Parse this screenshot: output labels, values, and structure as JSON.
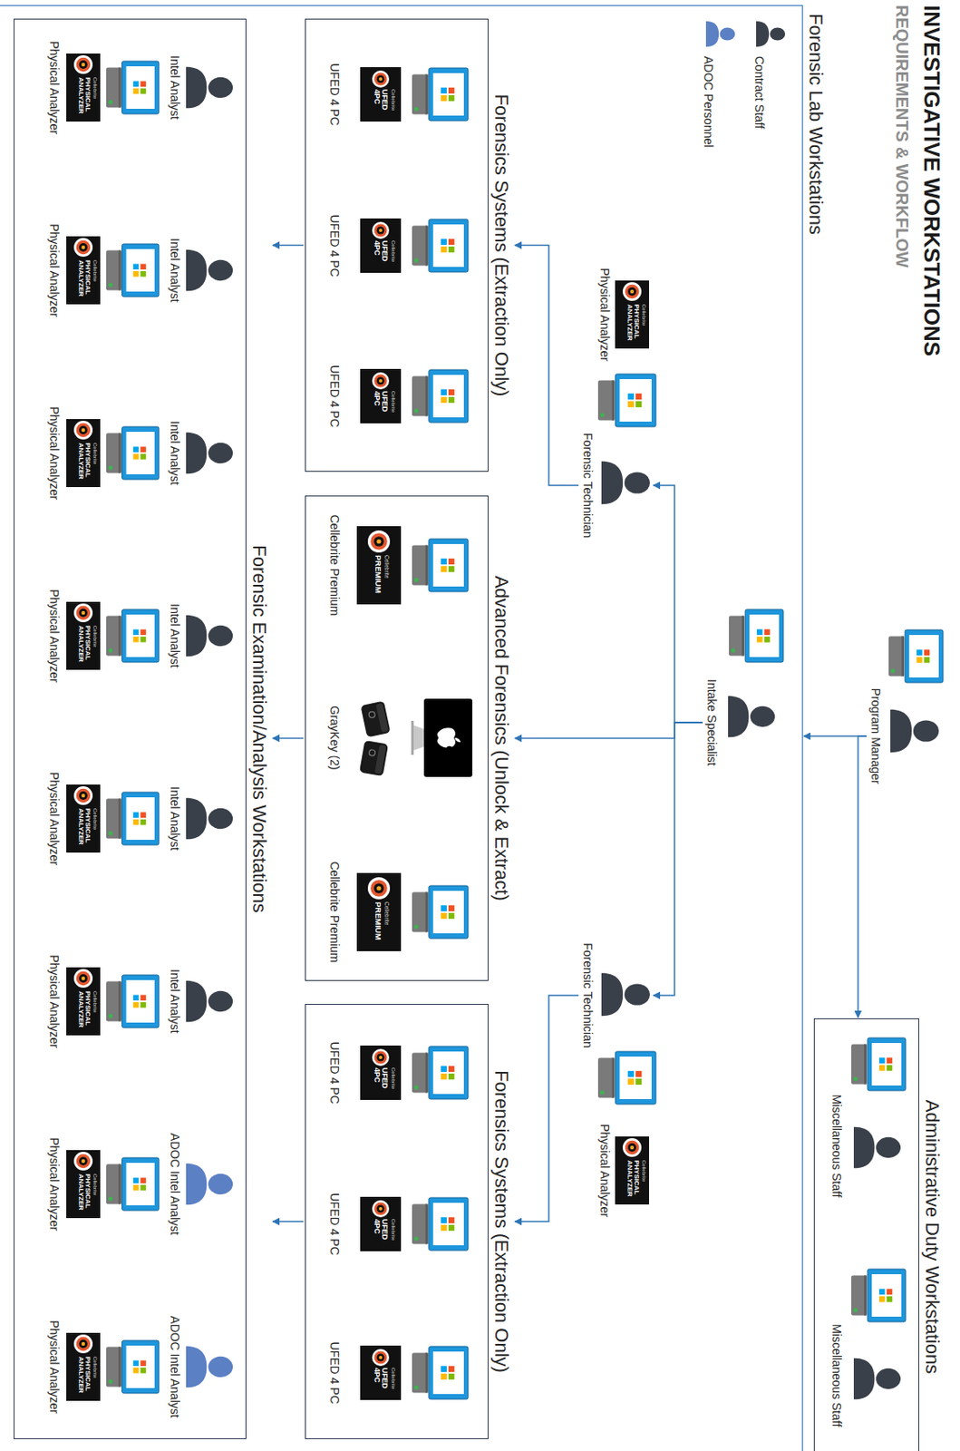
{
  "diagram": {
    "title": "INVESTIGATIVE WORKSTATIONS",
    "nodes": [
      {
        "text": [
          "Forensic Lab Workstations"
        ]
      },
      {
        "text": [
          "Program Manager"
        ]
      },
      {
        "text": [
          "Administrative Duty Workstations"
        ]
      },
      {
        "text": [
          "Intake Specialist"
        ],
        "in": 0
      },
      {
        "text": [
          "Forensic Technician"
        ],
        "in": 0
      },
      {
        "text": [
          "Forensic Technician"
        ],
        "in": 0
      },
      {
        "text": [
          "Forensics Systems (Extraction Only)"
        ],
        "in": 0
      },
      {
        "text": [
          "Advanced Forensics (Unlock & Extract)"
        ],
        "in": 0
      },
      {
        "text": [
          "Forensics Systems (Extraction Only)"
        ],
        "in": 0
      },
      {
        "text": [
          "Forensic Examination/Analysis Workstations"
        ],
        "in": 0
      }
    ],
    "edges": [
      {
        "from": 1,
        "to": 0,
        "arrow": "to"
      },
      {
        "from": 1,
        "to": 2,
        "arrow": "to"
      },
      {
        "from": 3,
        "to": 4,
        "arrow": "to"
      },
      {
        "from": 3,
        "to": 5,
        "arrow": "to"
      },
      {
        "from": 3,
        "to": 7,
        "arrow": "to"
      },
      {
        "from": 4,
        "to": 6,
        "arrow": "to"
      },
      {
        "from": 5,
        "to": 8,
        "arrow": "to"
      },
      {
        "from": 6,
        "to": 9,
        "arrow": "to"
      },
      {
        "from": 7,
        "to": 9,
        "arrow": "to"
      },
      {
        "from": 8,
        "to": 9,
        "arrow": "to"
      }
    ],
    "labels": [
      "REQUIREMENTS & WORKFLOW",
      "Cellebrite",
      "PHYSICAL ANALYZER",
      "Physical Analyzer",
      "Cellebrite",
      "PHYSICAL ANALYZER",
      "Physical Analyzer",
      "Miscellaneous Staff",
      "Miscellaneous Staff",
      "Cellebrite",
      "UFED 4PC",
      "UFED 4 PC",
      "Cellebrite",
      "UFED 4PC",
      "UFED 4 PC",
      "Cellebrite",
      "UFED 4PC",
      "UFED 4 PC",
      "Cellebrite",
      "PREMIUM",
      "Cellebrite Premium",
      "GrayKey (2)",
      "Cellebrite",
      "PREMIUM",
      "Cellebrite Premium",
      "Cellebrite",
      "UFED 4PC",
      "UFED 4 PC",
      "Cellebrite",
      "UFED 4PC",
      "UFED 4 PC",
      "Cellebrite",
      "UFED 4PC",
      "UFED 4 PC",
      "Intel Analyst",
      "Cellebrite",
      "PHYSICAL ANALYZER",
      "Physical Analyzer",
      "Intel Analyst",
      "Cellebrite",
      "PHYSICAL ANALYZER",
      "Physical Analyzer",
      "Intel Analyst",
      "Cellebrite",
      "PHYSICAL ANALYZER",
      "Physical Analyzer",
      "Intel Analyst",
      "Cellebrite",
      "PHYSICAL ANALYZER",
      "Physical Analyzer",
      "Intel Analyst",
      "Cellebrite",
      "PHYSICAL ANALYZER",
      "Physical Analyzer",
      "Intel Analyst",
      "Cellebrite",
      "PHYSICAL ANALYZER",
      "Physical Analyzer",
      "ADOC Intel Analyst",
      "Cellebrite",
      "PHYSICAL ANALYZER",
      "Physical Analyzer",
      "ADOC Intel Analyst",
      "Cellebrite",
      "PHYSICAL ANALYZER",
      "Physical Analyzer"
    ],
    "legend": [
      {
        "text": "Contract Staff",
        "color": "#3a4049"
      },
      {
        "text": "ADOC Personnel",
        "color": "#5b80c4"
      }
    ]
  }
}
